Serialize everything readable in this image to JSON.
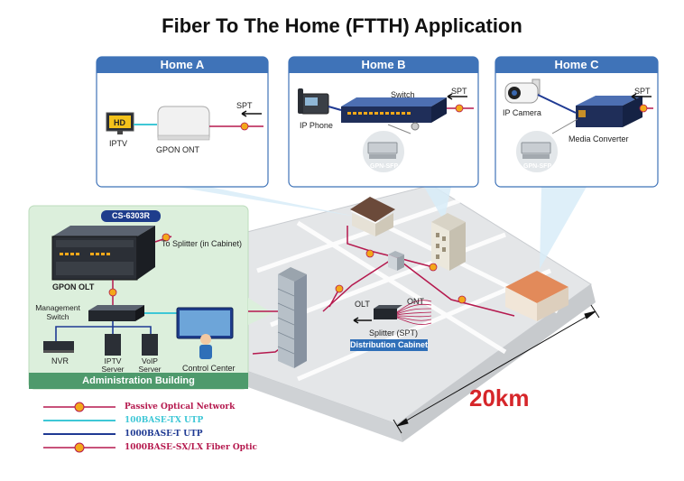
{
  "title": "Fiber To The Home (FTTH) Application",
  "homes": {
    "a": {
      "title": "Home A",
      "iptv": "IPTV",
      "ont": "GPON ONT",
      "spt": "SPT",
      "hd_logo": "HD"
    },
    "b": {
      "title": "Home B",
      "ip_phone": "IP Phone",
      "switch": "Switch",
      "spt": "SPT",
      "sfp": "GPN-SFP"
    },
    "c": {
      "title": "Home C",
      "ip_camera": "IP Camera",
      "media_converter": "Media Converter",
      "spt": "SPT",
      "sfp": "GPN-SFP"
    }
  },
  "admin": {
    "model": "CS-6303R",
    "to_splitter": "To Splitter (in Cabinet)",
    "olt": "GPON OLT",
    "mgmt_switch": "Management Switch",
    "nvr": "NVR",
    "iptv_server": "IPTV Server",
    "voip_server": "VoIP Server",
    "control_center": "Control Center",
    "footer": "Administration Building"
  },
  "cabinet": {
    "olt": "OLT",
    "ont": "ONT",
    "splitter": "Splitter (SPT)",
    "title": "Distribution Cabinet"
  },
  "distance": "20km",
  "legend": [
    {
      "label": "Passive Optical Network",
      "color": "#b5194e",
      "marker": true
    },
    {
      "label": "100BASE-TX UTP",
      "color": "#3ec7d6",
      "marker": false
    },
    {
      "label": "1000BASE-T UTP",
      "color": "#1f3a93",
      "marker": false
    },
    {
      "label": "1000BASE-SX/LX Fiber Optic",
      "color": "#b5194e",
      "marker": true
    }
  ],
  "colors": {
    "home_header": "#3f73b8",
    "admin_panel": "#dcefdc",
    "admin_footer": "#4e9a6c",
    "cabinet_label": "#2f6fb8",
    "pon_line": "#b5194e",
    "distance_text": "#d6262a"
  }
}
